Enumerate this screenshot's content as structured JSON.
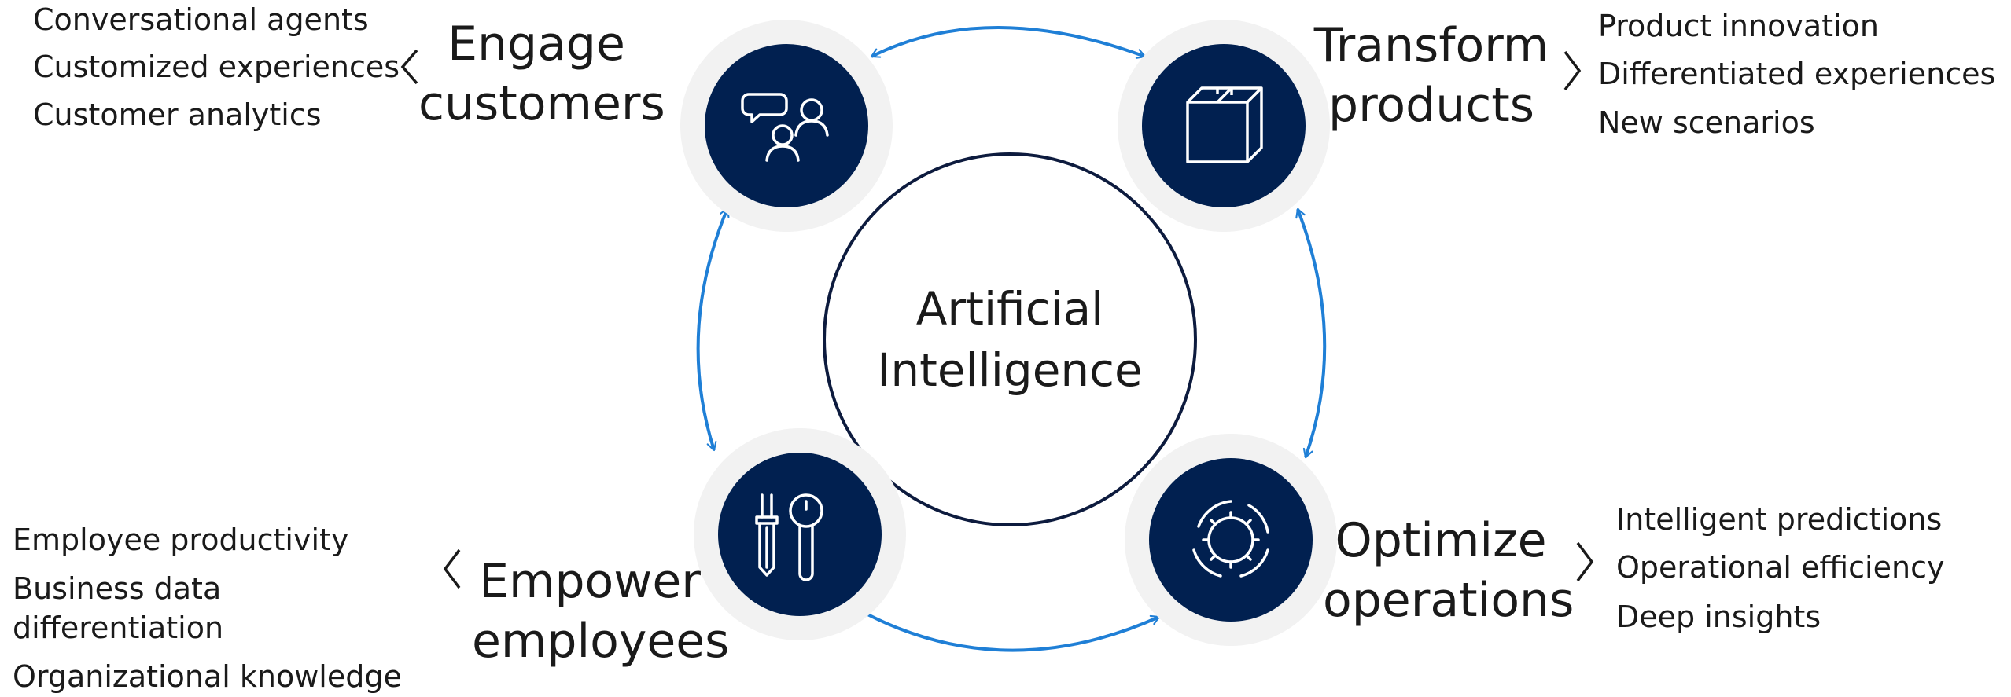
{
  "center": {
    "line1": "Artificial",
    "line2": "Intelligence"
  },
  "quadrants": {
    "engage": {
      "heading_line1": "Engage",
      "heading_line2": "customers",
      "icon": "customers-chat-icon",
      "items": [
        "Conversational agents",
        "Customized experiences",
        "Customer analytics"
      ]
    },
    "transform": {
      "heading_line1": "Transform",
      "heading_line2": "products",
      "icon": "box-icon",
      "items": [
        "Product innovation",
        "Differentiated experiences",
        "New scenarios"
      ]
    },
    "empower": {
      "heading_line1": "Empower",
      "heading_line2": "employees",
      "icon": "tools-icon",
      "items": [
        "Employee productivity",
        "Business data",
        "differentiation",
        "Organizational knowledge"
      ]
    },
    "optimize": {
      "heading_line1": "Optimize",
      "heading_line2": "operations",
      "icon": "gear-icon",
      "items": [
        "Intelligent predictions",
        "Operational efficiency",
        "Deep insights"
      ]
    }
  },
  "colors": {
    "node_fill": "#012050",
    "node_halo": "#f2f2f2",
    "arrow": "#1f7fd6",
    "center_stroke": "#0d1b3e"
  }
}
